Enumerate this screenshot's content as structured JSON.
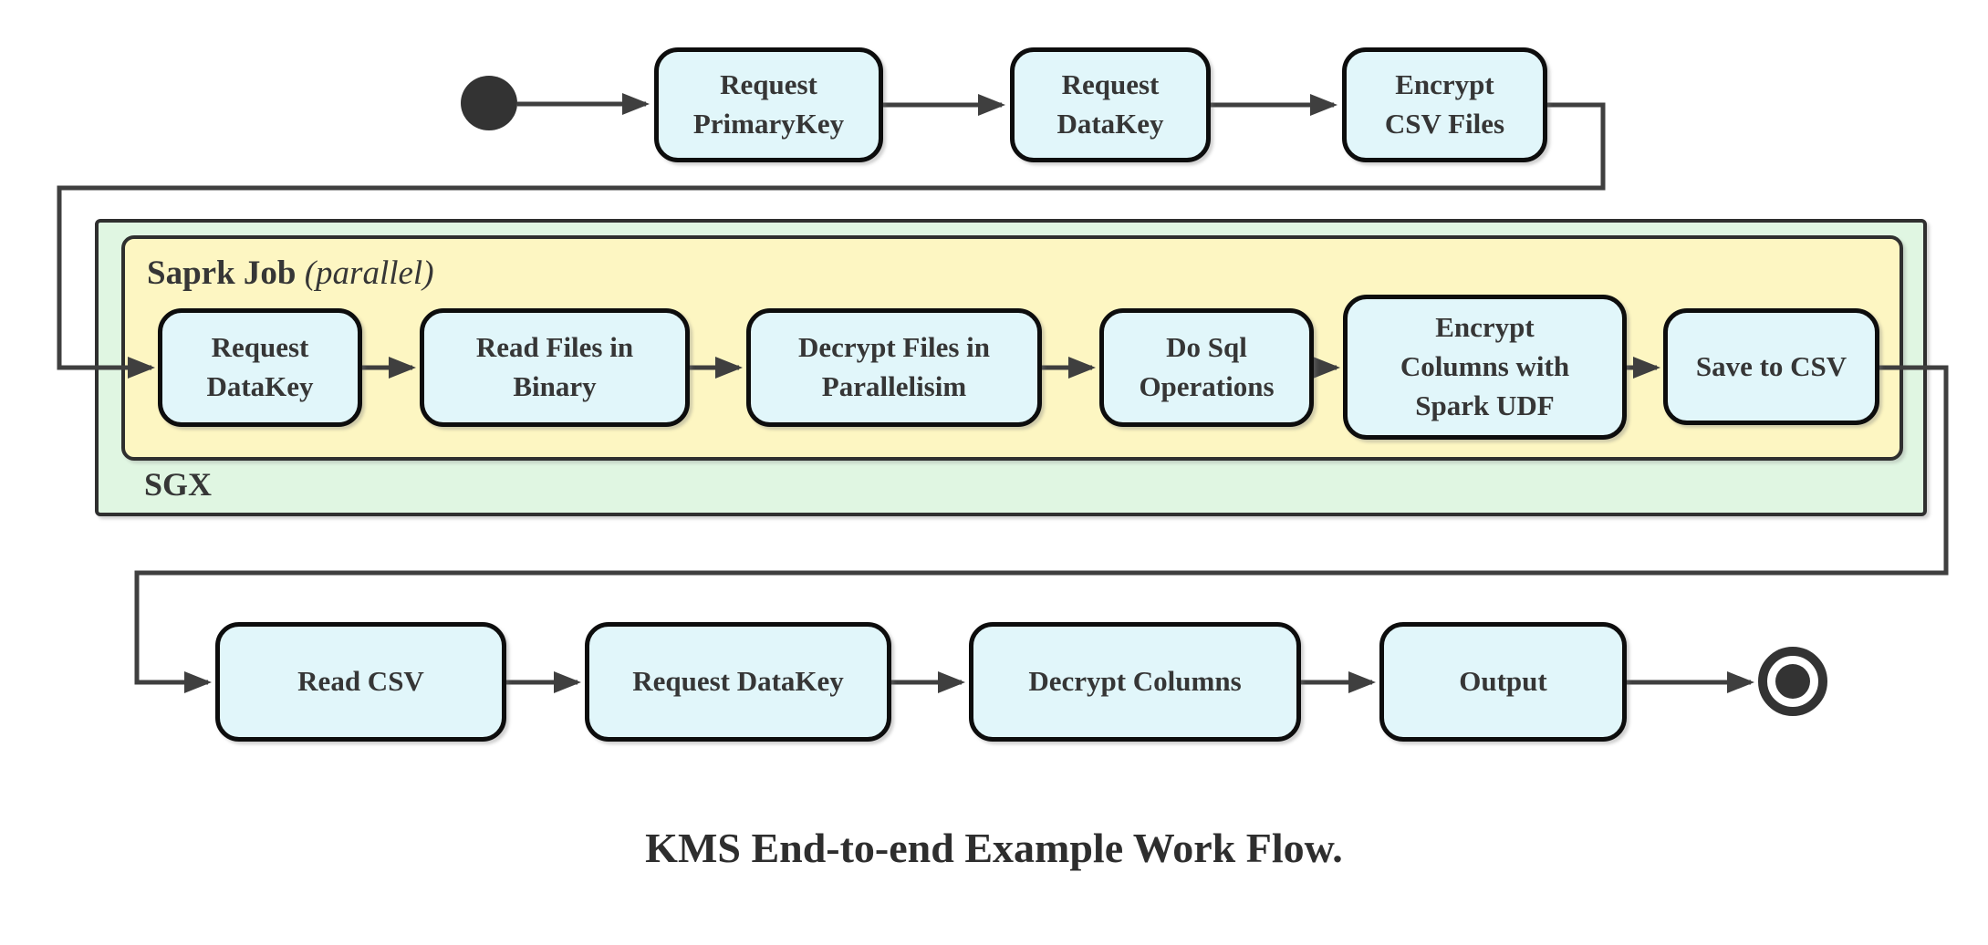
{
  "diagram": {
    "caption": "KMS End-to-end Example Work Flow.",
    "start_node": "start",
    "end_node": "end",
    "top_row": {
      "nodes": [
        {
          "label": "Request\nPrimaryKey"
        },
        {
          "label": "Request\nDataKey"
        },
        {
          "label": "Encrypt\nCSV Files"
        }
      ]
    },
    "containers": {
      "sgx": {
        "label": "SGX"
      },
      "spark_job": {
        "title": "Saprk Job",
        "qualifier": "(parallel)"
      }
    },
    "middle_row": {
      "nodes": [
        {
          "label": "Request\nDataKey"
        },
        {
          "label": "Read Files in\nBinary"
        },
        {
          "label": "Decrypt Files in\nParallelisim"
        },
        {
          "label": "Do Sql\nOperations"
        },
        {
          "label": "Encrypt\nColumns with\nSpark UDF"
        },
        {
          "label": "Save to CSV"
        }
      ]
    },
    "bottom_row": {
      "nodes": [
        {
          "label": "Read CSV"
        },
        {
          "label": "Request DataKey"
        },
        {
          "label": "Decrypt Columns"
        },
        {
          "label": "Output"
        }
      ]
    },
    "colors": {
      "node_fill": "#e1f6fa",
      "node_border": "#0d0d0d",
      "sgx_fill": "#e0f6e2",
      "spark_fill": "#fdf6c2",
      "container_border": "#2f2f2f",
      "edge": "#3f3f3f",
      "text": "#363636",
      "terminal": "#333333"
    }
  }
}
